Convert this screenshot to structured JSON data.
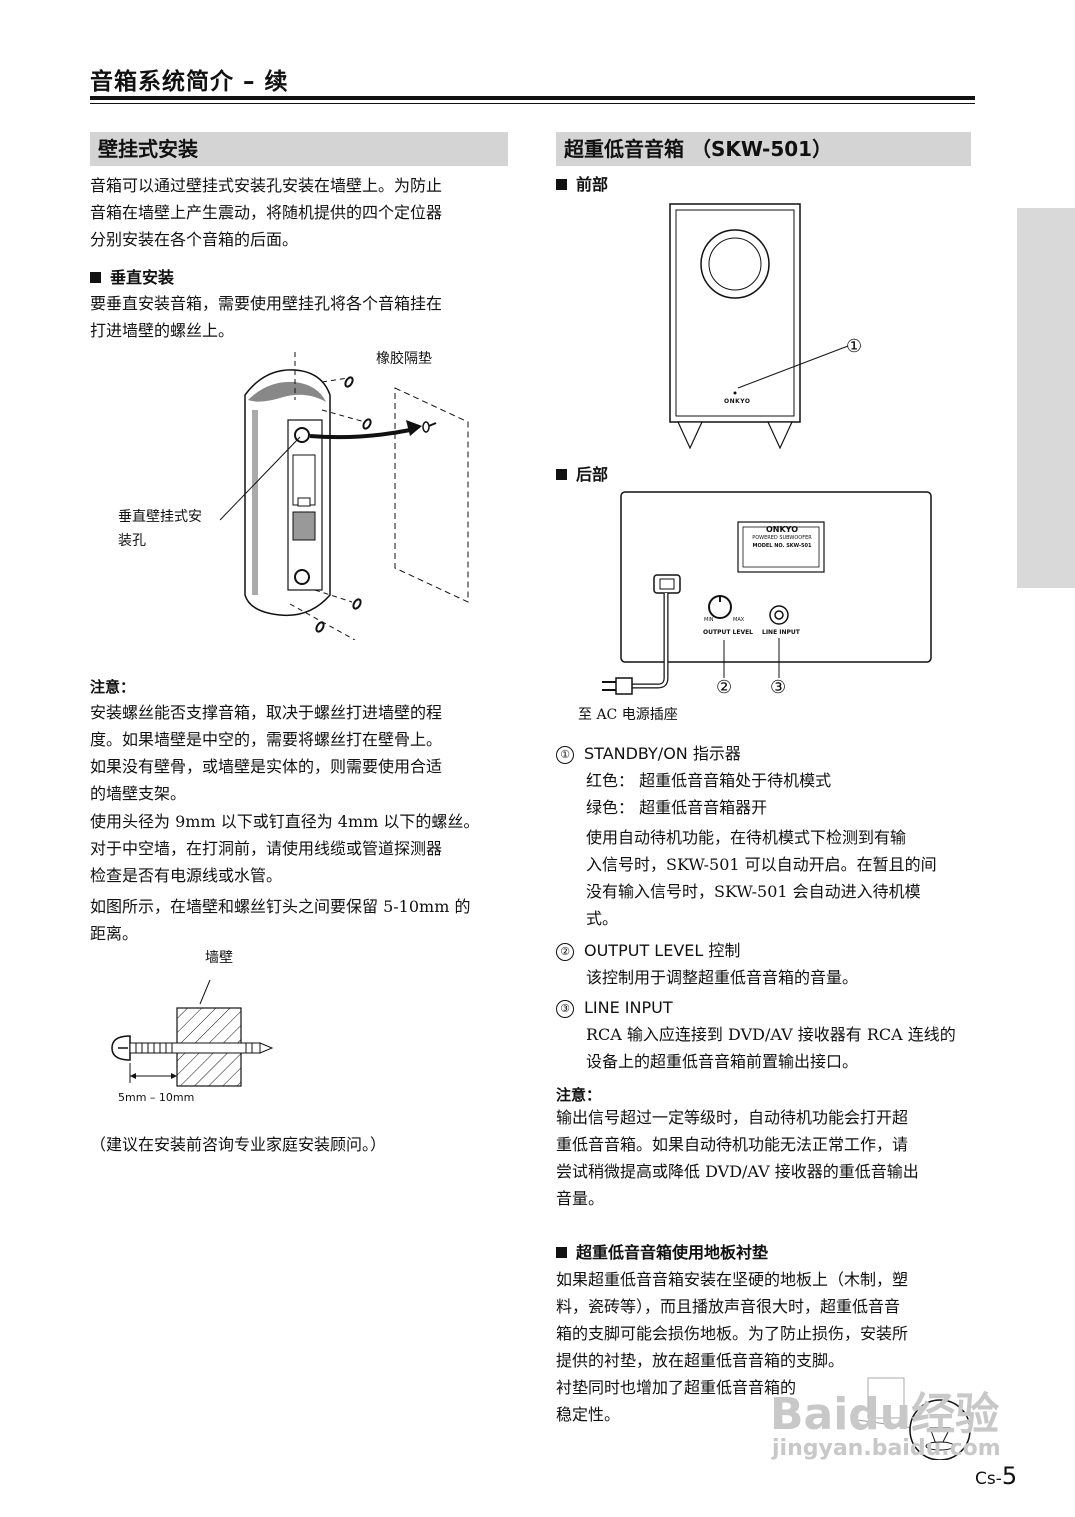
{
  "header": {
    "title": "音箱系统简介 – 续"
  },
  "left": {
    "wall_section": {
      "title": "壁挂式安装",
      "intro": [
        "音箱可以通过壁挂式安装孔安装在墙壁上。为防止",
        "音箱在墙壁上产生震动，将随机提供的四个定位器",
        "分别安装在各个音箱的后面。"
      ],
      "vertical_heading": "垂直安装",
      "vertical_text": [
        "要垂直安装音箱，需要使用壁挂孔将各个音箱挂在",
        "打进墙壁的螺丝上。"
      ],
      "label_rubber": "橡胶隔垫",
      "label_hole": [
        "垂直壁挂式安",
        "装孔"
      ]
    },
    "note": {
      "heading": "注意：",
      "para1": [
        "安装螺丝能否支撑音箱，取决于螺丝打进墙壁的程",
        "度。如果墙壁是中空的，需要将螺丝打在壁骨上。",
        "如果没有壁骨，或墙壁是实体的，则需要使用合适",
        "的墙壁支架。"
      ],
      "para2": [
        "使用头径为 9mm 以下或钉直径为 4mm 以下的螺丝。",
        "对于中空墙，在打洞前，请使用线缆或管道探测器",
        "检查是否有电源线或水管。"
      ],
      "para3": [
        "如图所示，在墙壁和螺丝钉头之间要保留 5-10mm 的",
        "距离。"
      ]
    },
    "screw_figure": {
      "wall_label": "墙壁",
      "gap_label": "5mm – 10mm"
    },
    "advice": "（建议在安装前咨询专业家庭安装顾问。）"
  },
  "right": {
    "sub_section": {
      "title": "超重低音音箱 （SKW-501）",
      "front_heading": "前部",
      "front_callout": "①",
      "front_logo": "ONKYO",
      "rear_heading": "后部",
      "rear_plate": [
        "ONKYO",
        "POWERED SUBWOOFER",
        "MODEL NO. SKW-501"
      ],
      "rear_knob_min": "MIN",
      "rear_knob_max": "MAX",
      "rear_output_label": "OUTPUT LEVEL",
      "rear_input_label": "LINE INPUT",
      "rear_callout_2": "②",
      "rear_callout_3": "③",
      "ac_label": "至 AC 电源插座"
    },
    "items": [
      {
        "num": "①",
        "title": "STANDBY/ON 指示器",
        "lines": [
          "红色：  超重低音音箱处于待机模式",
          "绿色： 超重低音音箱器开"
        ],
        "para": [
          "使用自动待机功能，在待机模式下检测到有输",
          "入信号时，SKW-501 可以自动开启。在暂且的间",
          "没有输入信号时，SKW-501 会自动进入待机模",
          "式。"
        ]
      },
      {
        "num": "②",
        "title": "OUTPUT LEVEL 控制",
        "para": [
          "该控制用于调整超重低音音箱的音量。"
        ]
      },
      {
        "num": "③",
        "title": "LINE INPUT",
        "para": [
          "RCA 输入应连接到 DVD/AV 接收器有 RCA 连线的",
          "设备上的超重低音音箱前置输出接口。"
        ]
      }
    ],
    "note": {
      "heading": "注意：",
      "lines": [
        "输出信号超过一定等级时，自动待机功能会打开超",
        "重低音音箱。如果自动待机功能无法正常工作，请",
        "尝试稍微提高或降低 DVD/AV 接收器的重低音输出",
        "音量。"
      ]
    },
    "pad_section": {
      "heading": "超重低音音箱使用地板衬垫",
      "lines": [
        "如果超重低音音箱安装在坚硬的地板上（木制，塑",
        "料，瓷砖等），而且播放声音很大时，超重低音音",
        "箱的支脚可能会损伤地板。为了防止损伤，安装所",
        "提供的衬垫，放在超重低音音箱的支脚。",
        "衬垫同时也增加了超重低音音箱的",
        "稳定性。"
      ]
    }
  },
  "watermark": {
    "brand": "Baidu经验",
    "url": "jingyan.baidu.com"
  },
  "page_number": {
    "prefix": "Cs-",
    "num": "5"
  }
}
